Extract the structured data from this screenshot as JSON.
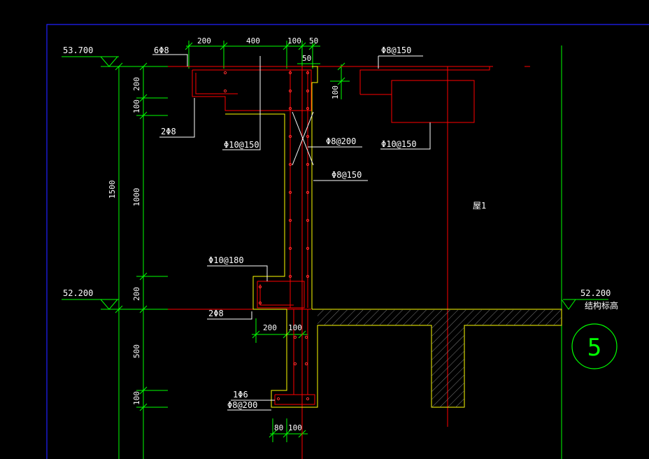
{
  "colors": {
    "background": "#000000",
    "frame": "#0000ff",
    "dimension": "#00ff00",
    "rebar": "#ff0000",
    "concrete": "#ffff00",
    "leader": "#ffffff",
    "text": "#ffffff",
    "hatch": "#808080"
  },
  "elevations": {
    "top": "53.700",
    "mid_left": "52.200",
    "mid_right": "52.200",
    "structural_note": "结构标高"
  },
  "dims_top": {
    "d1": "200",
    "d2": "400",
    "d3": "100",
    "d4": "50",
    "d5": "50"
  },
  "dims_left_outer": {
    "total": "1500"
  },
  "dims_left_inner": {
    "a": "200",
    "b": "100",
    "c": "1000",
    "d": "200",
    "e": "500",
    "f": "100"
  },
  "dims_right": {
    "slab": "100"
  },
  "dims_bottom": {
    "a": "200",
    "b": "100",
    "c": "80",
    "d": "100"
  },
  "rebar_labels": {
    "top_bars": "6Φ8",
    "corner_bars": "2Φ8",
    "stirrup_main": "Φ10@150",
    "diag_bar": "Φ8@200",
    "wall_bar": "Φ8@150",
    "slab_top": "Φ8@150",
    "slab_stirrup": "Φ10@150",
    "lower_stirrup": "Φ10@180",
    "lower_bars": "2Φ8",
    "bottom_bar": "1Φ6",
    "bottom_stirrup": "Φ8@200"
  },
  "room_label": "屋1",
  "detail_number": "5"
}
